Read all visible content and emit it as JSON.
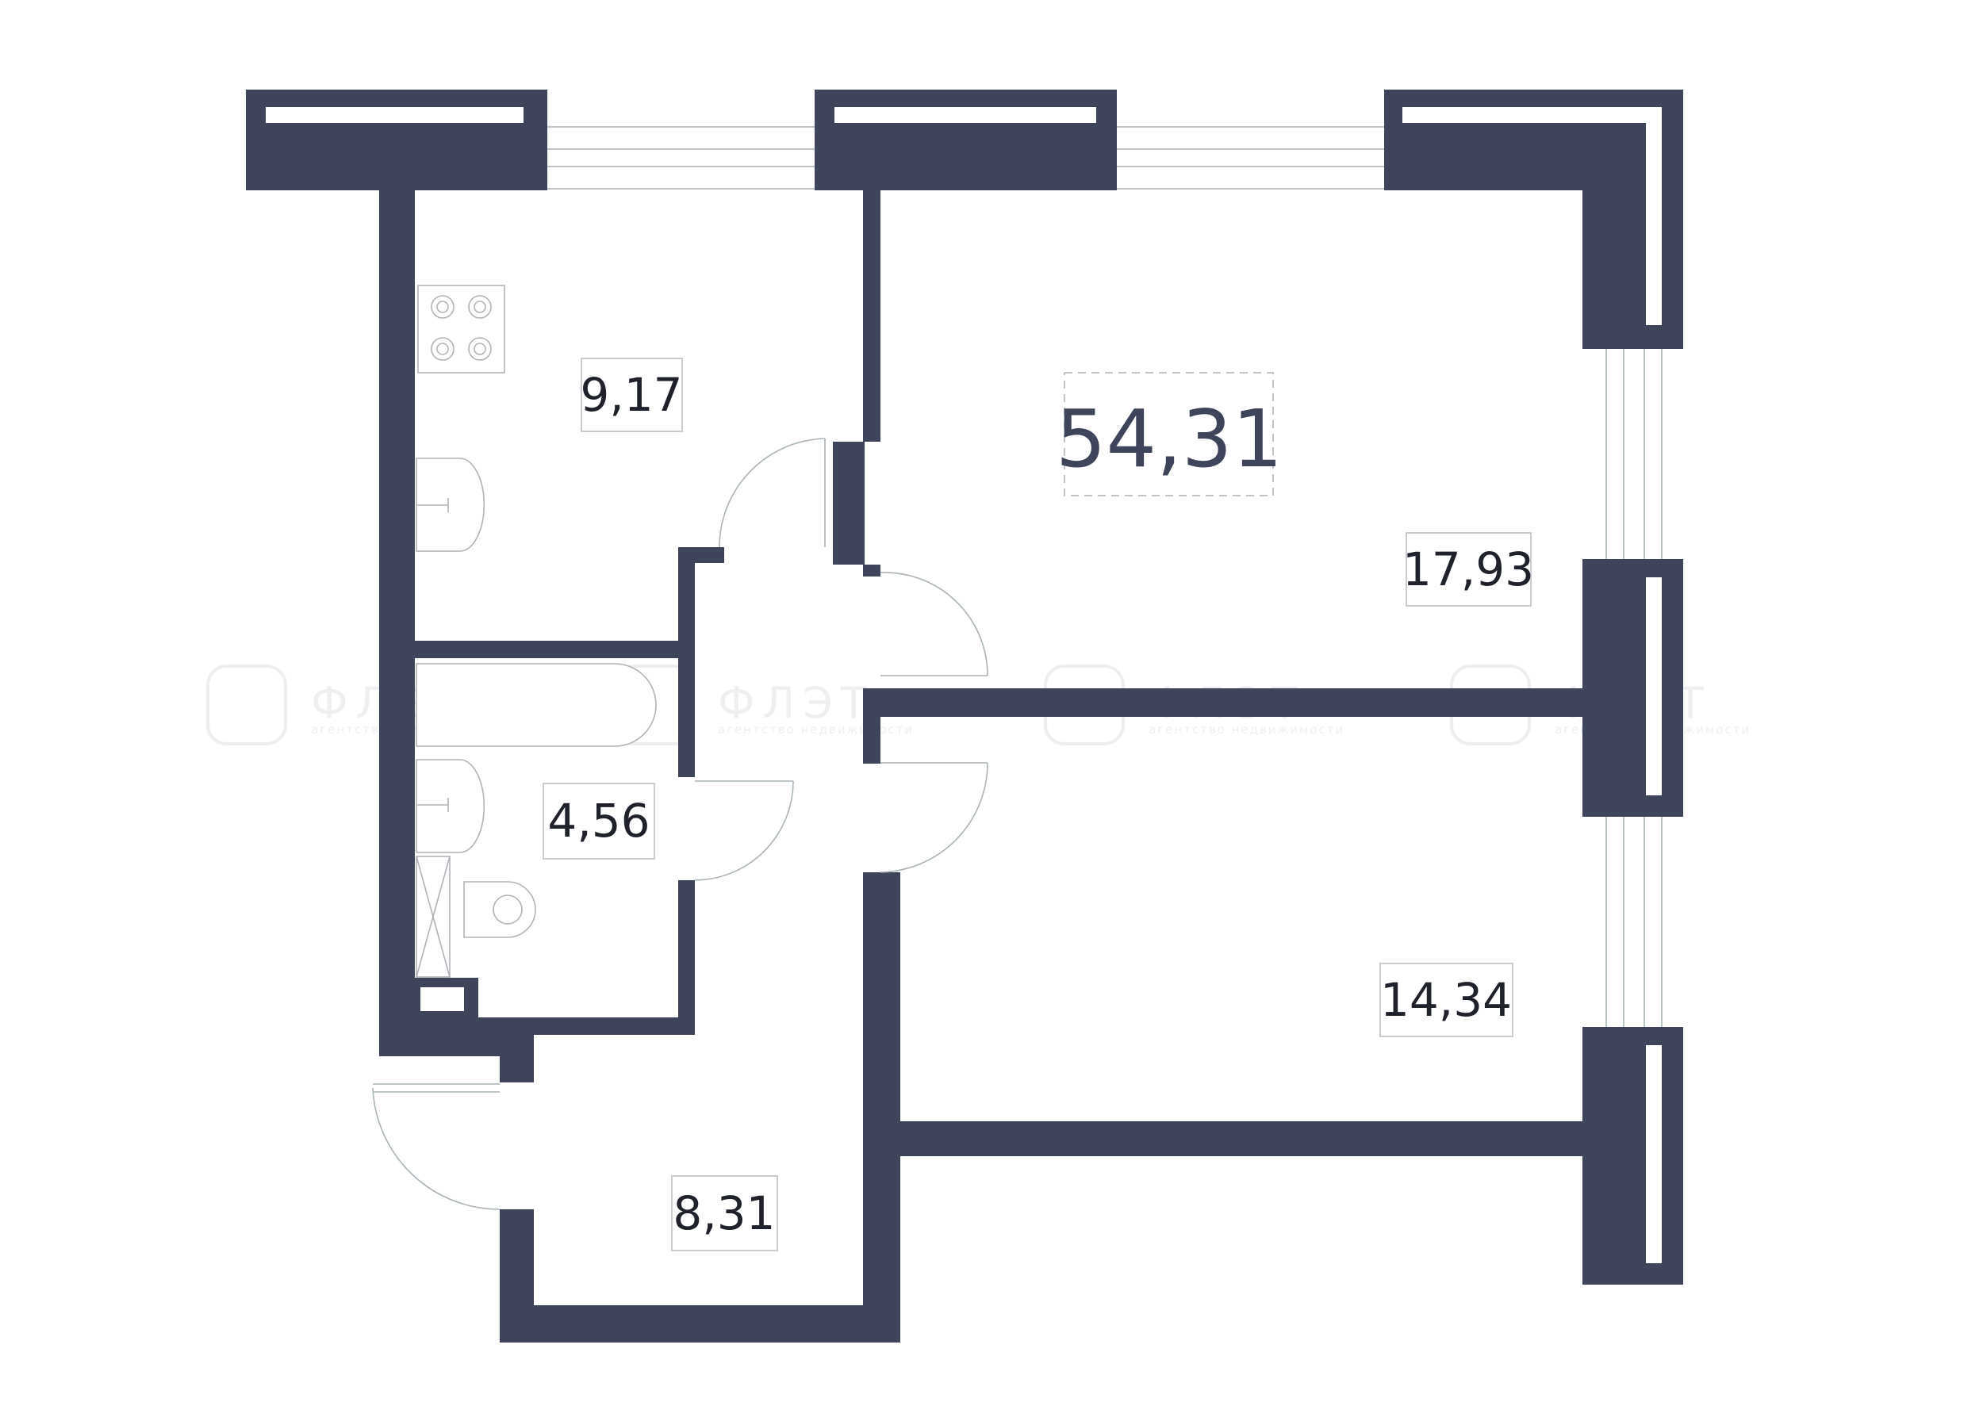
{
  "plan": {
    "total_area": "54,31",
    "rooms": [
      {
        "id": "kitchen",
        "area": "9,17"
      },
      {
        "id": "living-room",
        "area": "17,93"
      },
      {
        "id": "bedroom",
        "area": "14,34"
      },
      {
        "id": "bathroom",
        "area": "4,56"
      },
      {
        "id": "hallway",
        "area": "8,31"
      }
    ]
  },
  "watermark": {
    "brand": "ФЛЭТ",
    "tagline": "агентство недвижимости"
  },
  "colors": {
    "wall": "#3e4459",
    "glass": "#aab3b8",
    "label_border": "#c4c7cc"
  }
}
